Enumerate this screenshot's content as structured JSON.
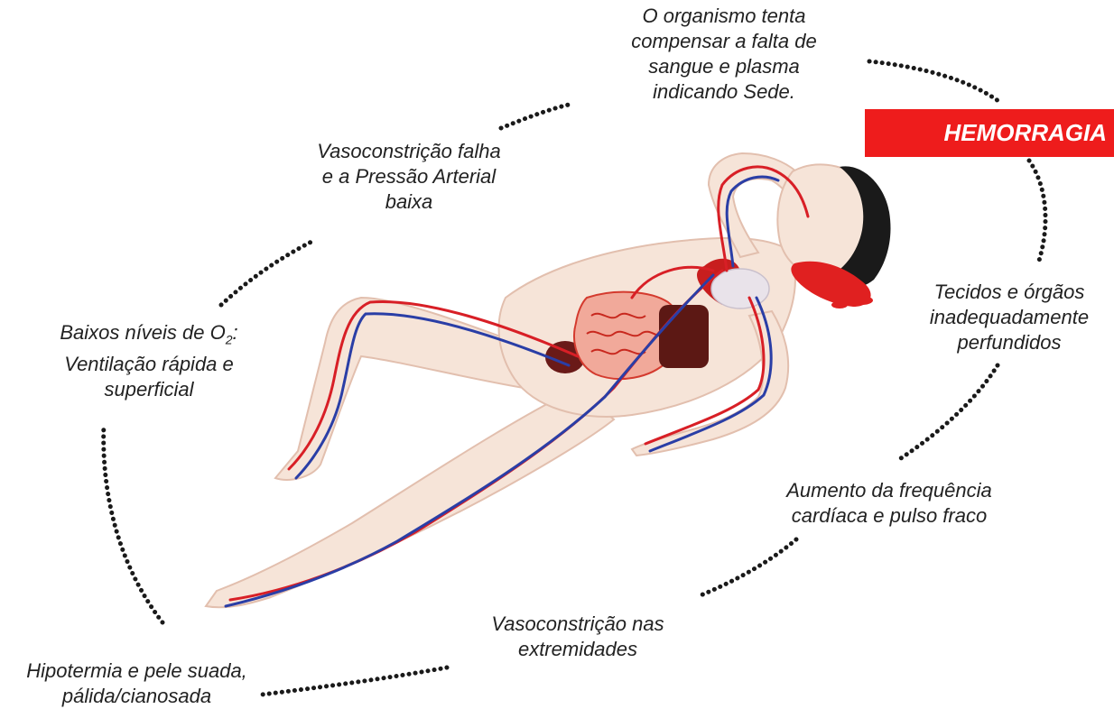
{
  "title": "HEMORRAGIA",
  "colors": {
    "banner": "#ee1c1c",
    "artery": "#d81f26",
    "vein": "#2a3ea6",
    "skin": "#f6e4d8",
    "hair": "#1a1a1a"
  },
  "labels": {
    "sede": [
      "O organismo tenta",
      "compensar a falta de",
      "sangue e plasma",
      "indicando Sede."
    ],
    "pressao": [
      "Vasoconstrição falha",
      "e a Pressão Arterial",
      "baixa"
    ],
    "o2_line1_prefix": "Baixos níveis de O",
    "o2_sub": "2",
    "o2_line1_suffix": ":",
    "o2_rest": [
      "Ventilação rápida e",
      "superficial"
    ],
    "tecidos": [
      "Tecidos e órgãos",
      "inadequadamente",
      "perfundidos"
    ],
    "frequencia": [
      "Aumento da frequência",
      "cardíaca e pulso fraco"
    ],
    "extremidades": [
      "Vasoconstrição nas",
      "extremidades"
    ],
    "hipotermia": [
      "Hipotermia e pele suada,",
      "pálida/cianosada"
    ]
  }
}
